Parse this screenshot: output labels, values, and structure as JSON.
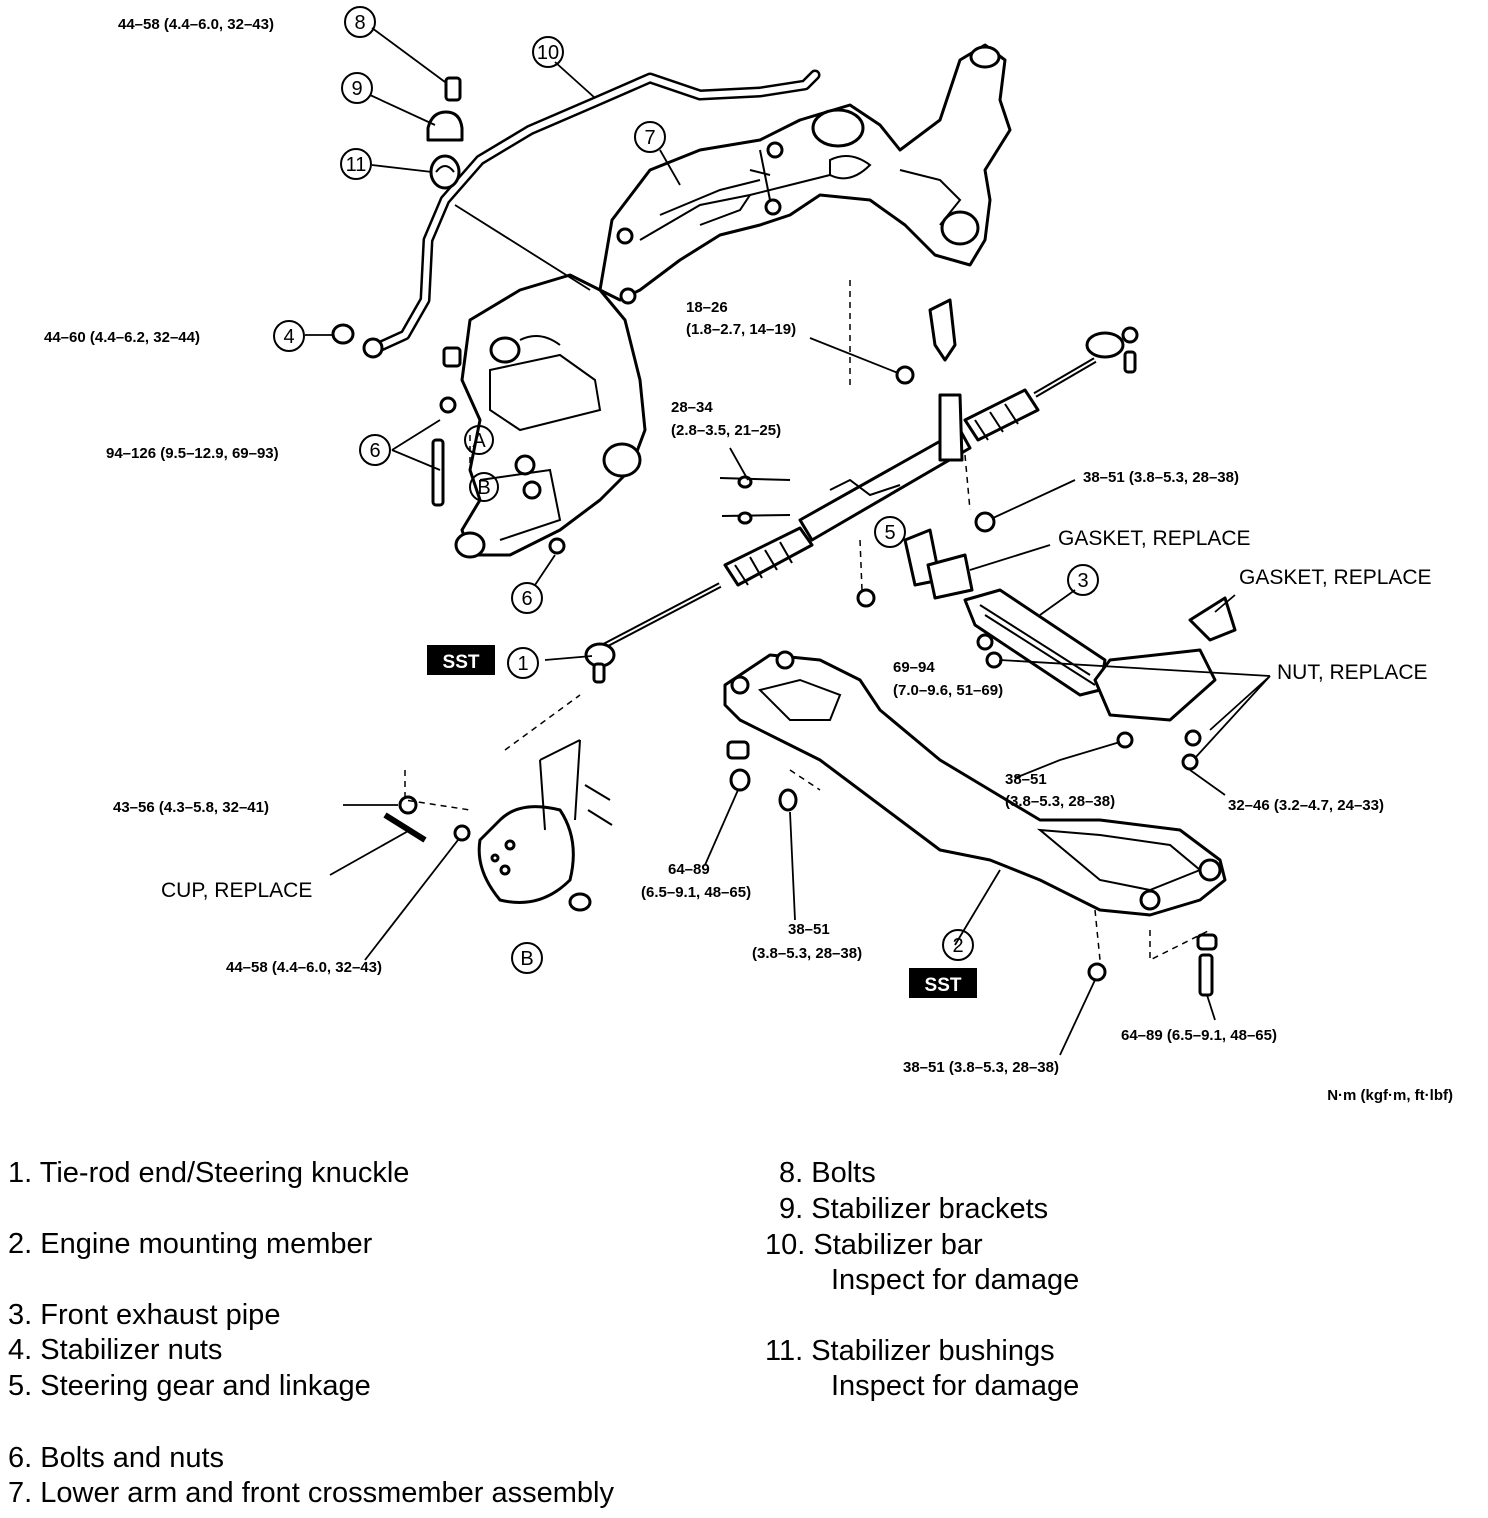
{
  "torque_labels": {
    "t8": "44–58 (4.4–6.0, 32–43)",
    "t4": "44–60 (4.4–6.2, 32–44)",
    "t6": "94–126 (9.5–12.9, 69–93)",
    "t18a": "18–26",
    "t18b": "(1.8–2.7, 14–19)",
    "t28a": "28–34",
    "t28b": "(2.8–3.5, 21–25)",
    "t38r": "38–51 (3.8–5.3, 28–38)",
    "t69a": "69–94",
    "t69b": "(7.0–9.6, 51–69)",
    "t38ma": "38–51",
    "t38mb": "(3.8–5.3, 28–38)",
    "t32": "32–46 (3.2–4.7, 24–33)",
    "t43": "43–56 (4.3–5.8, 32–41)",
    "t44b": "44–58 (4.4–6.0, 32–43)",
    "t64la": "64–89",
    "t64lb": "(6.5–9.1, 48–65)",
    "t38la": "38–51",
    "t38lb": "(3.8–5.3, 28–38)",
    "t38bot": "38–51 (3.8–5.3, 28–38)",
    "t64r": "64–89 (6.5–9.1, 48–65)",
    "units": "N·m (kgf·m, ft·lbf)"
  },
  "notes": {
    "gasket1": "GASKET, REPLACE",
    "gasket2": "GASKET, REPLACE",
    "nut": "NUT, REPLACE",
    "cup": "CUP, REPLACE",
    "sst": "SST"
  },
  "callouts": {
    "c1": "1",
    "c2": "2",
    "c3": "3",
    "c4": "4",
    "c5": "5",
    "c6a": "6",
    "c6b": "6",
    "c7": "7",
    "c8": "8",
    "c9": "9",
    "c10": "10",
    "c11": "11",
    "cA": "A",
    "cB1": "B",
    "cB2": "B"
  },
  "legend": {
    "i1": "1. Tie-rod end/Steering knuckle",
    "i2": "2. Engine mounting member",
    "i3": "3. Front exhaust pipe",
    "i4": "4. Stabilizer nuts",
    "i5": "5. Steering gear and linkage",
    "i6": "6. Bolts and nuts",
    "i7": "7. Lower arm and front crossmember assembly",
    "i8": "8. Bolts",
    "i9": "9. Stabilizer brackets",
    "i10": "10. Stabilizer bar",
    "i10sub": "Inspect for damage",
    "i11": "11. Stabilizer bushings",
    "i11sub": "Inspect for damage"
  }
}
